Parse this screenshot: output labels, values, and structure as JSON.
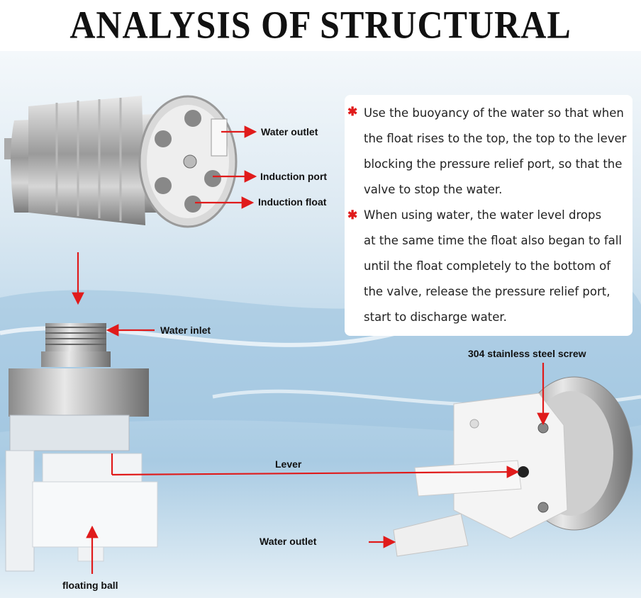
{
  "title": "ANALYSIS OF STRUCTURAL PRINCIPLE",
  "description_lines": [
    "Use the buoyancy of the water so that when",
    "the float rises to the top, the top to the lever",
    "blocking the pressure relief port, so that the",
    "valve to stop the water.",
    "When using water, the water level drops",
    "at the same time the float also began to fall",
    "until the float completely to the bottom of",
    "the valve, release the pressure relief port,",
    "start to discharge water."
  ],
  "labels": {
    "water_outlet_top": "Water outlet",
    "induction_port": "Induction port",
    "induction_float": "Induction float",
    "water_inlet": "Water inlet",
    "stainless_screw": "304 stainless steel screw",
    "lever": "Lever",
    "water_outlet_bottom": "Water outlet",
    "floating_ball": "floating ball"
  },
  "colors": {
    "arrow": "#e01b1b",
    "accent_star": "#e01b1b"
  }
}
